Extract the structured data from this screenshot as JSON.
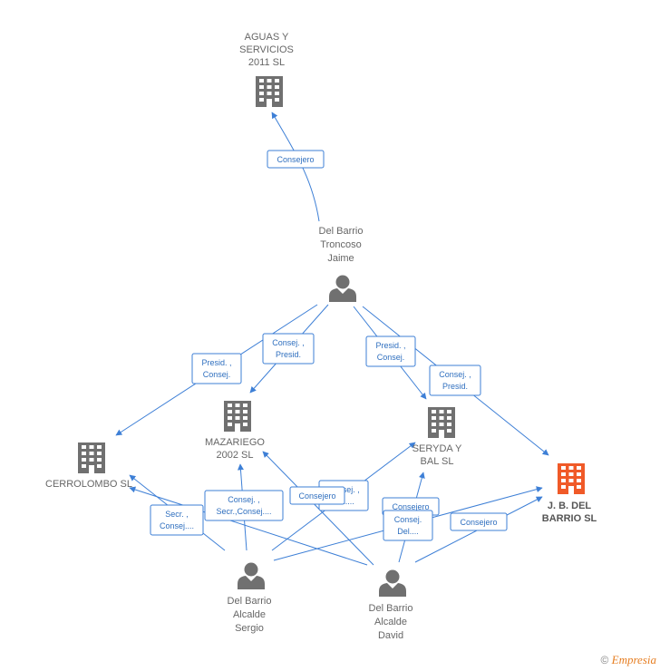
{
  "nodes": {
    "aguas": {
      "lines": [
        "AGUAS Y",
        "SERVICIOS",
        "2011 SL"
      ],
      "type": "company"
    },
    "jaime": {
      "lines": [
        "Del Barrio",
        "Troncoso",
        "Jaime"
      ],
      "type": "person"
    },
    "mazariego": {
      "lines": [
        "MAZARIEGO",
        "2002  SL"
      ],
      "type": "company"
    },
    "cerrolombo": {
      "lines": [
        "CERROLOMBO SL"
      ],
      "type": "company"
    },
    "seryda": {
      "lines": [
        "SERYDA Y",
        "BAL SL"
      ],
      "type": "company"
    },
    "jbdelbarrio": {
      "lines": [
        "J. B. DEL",
        "BARRIO SL"
      ],
      "type": "company-main"
    },
    "sergio": {
      "lines": [
        "Del Barrio",
        "Alcalde",
        "Sergio"
      ],
      "type": "person"
    },
    "david": {
      "lines": [
        "Del Barrio",
        "Alcalde",
        "David"
      ],
      "type": "person"
    }
  },
  "edge_labels": {
    "jaime_aguas": [
      "Consejero"
    ],
    "jaime_cerrolombo": [
      "Presid. ,",
      "Consej."
    ],
    "jaime_mazariego": [
      "Consej. ,",
      "Presid."
    ],
    "jaime_seryda": [
      "Presid. ,",
      "Consej."
    ],
    "jaime_jb": [
      "Consej. ,",
      "Presid."
    ],
    "sergio_cerrolombo": [
      "Secr. ,",
      "Consej...."
    ],
    "sergio_mazariego": [
      "Consej. ,",
      "Secr.,Consej...."
    ],
    "david_mazariego": [
      "Consejero"
    ],
    "sergio_seryda": [
      "Consej. ,",
      "Del...."
    ],
    "sergio_jb": [
      "Consejero"
    ],
    "david_seryda": [
      "Consej.",
      "Del...."
    ],
    "david_jb": [
      "Consejero"
    ]
  },
  "colors": {
    "edge": "#3d7fd6",
    "company_icon": "#707070",
    "main_company_icon": "#f05a28",
    "person_icon": "#707070"
  },
  "icons": {
    "company": "building-icon",
    "person": "person-icon"
  },
  "footer": {
    "copyright_symbol": "©",
    "brand": "Empresia"
  }
}
